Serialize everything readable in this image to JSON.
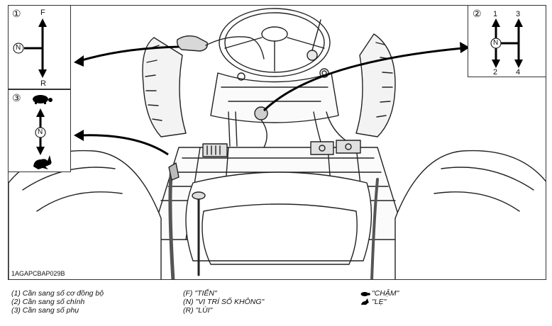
{
  "figure": {
    "code": "1AGAPCBAP029B",
    "inset1": {
      "number": "①",
      "forward": "F",
      "neutral": "N",
      "reverse": "R"
    },
    "inset2": {
      "number": "②",
      "g1": "1",
      "g2": "2",
      "g3": "3",
      "g4": "4",
      "neutral": "N"
    },
    "inset3": {
      "number": "③",
      "neutral": "N",
      "slow_icon": "turtle-icon",
      "fast_icon": "rabbit-icon"
    }
  },
  "legend": {
    "col1": [
      "(1) Cần sang số cơ đồng bộ",
      "(2) Cần sang số chính",
      "(3) Cần sang số phụ"
    ],
    "col2": [
      "(F) \"TIẾN\"",
      "(N) \"VỊ TRÍ SỐ KHÔNG\"",
      "(R) \"LÙI\""
    ],
    "col3": [
      "\"CHẬM\"",
      "\"LẸ\""
    ]
  }
}
